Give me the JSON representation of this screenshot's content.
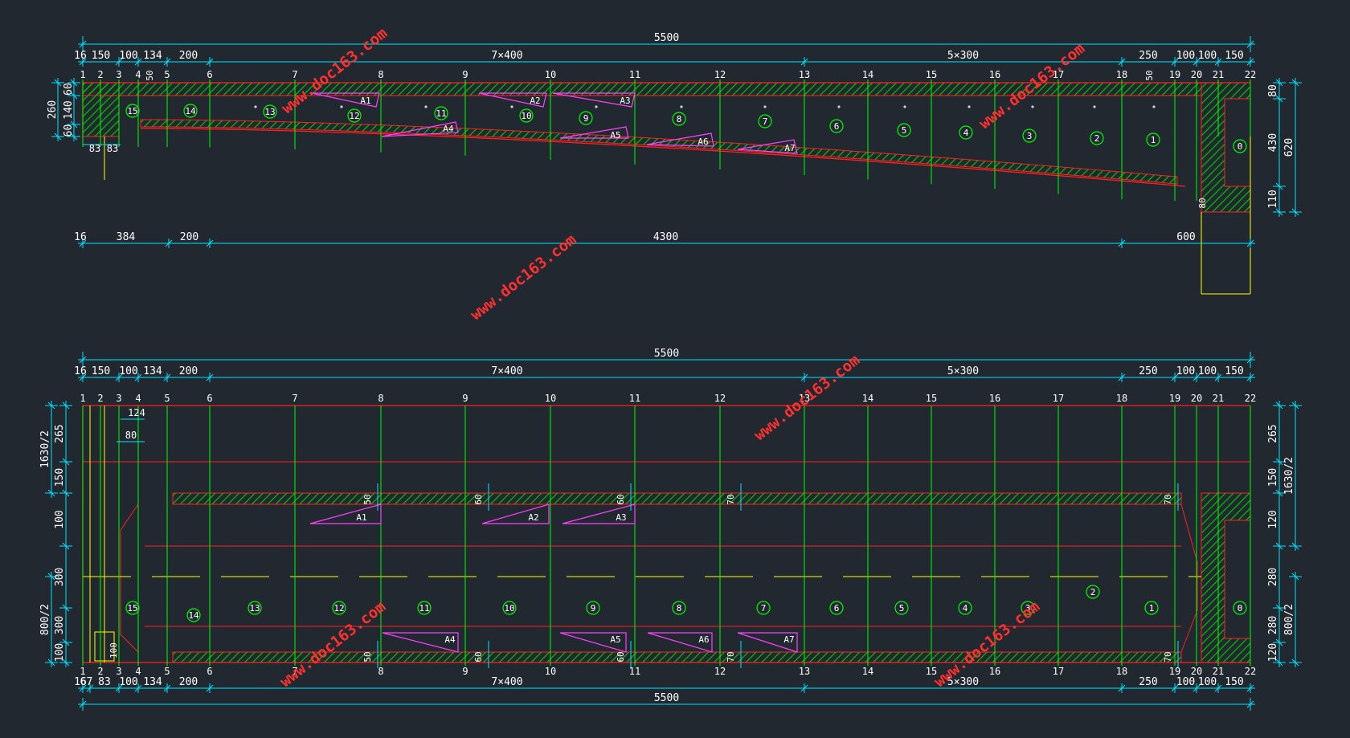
{
  "colors": {
    "background": "#212830",
    "dimension": "#00e5ff",
    "axis": "#00ff00",
    "concrete": "#ff2020",
    "tendon": "#ff40ff",
    "hatch": "#00cc00",
    "aux": "#ffff00",
    "text": "#ffffff",
    "watermark": "#ff3030"
  },
  "watermark": "www.doc163.com",
  "axis_labels": [
    "1",
    "2",
    "3",
    "4",
    "5",
    "6",
    "7",
    "8",
    "9",
    "10",
    "11",
    "12",
    "13",
    "14",
    "15",
    "16",
    "17",
    "18",
    "19",
    "20",
    "21",
    "22"
  ],
  "top_overall": "5500",
  "top_segments": [
    "16",
    "150",
    "100",
    "134",
    "200",
    "7×400",
    "5×300",
    "250",
    "100",
    "100",
    "150"
  ],
  "elev_bottom_segments": [
    "16",
    "384",
    "200",
    "4300",
    "600"
  ],
  "elev_left_dims": [
    "60",
    "140",
    "60",
    "260"
  ],
  "elev_small_dims": [
    "83",
    "83"
  ],
  "elev_right_dims": [
    "80",
    "430",
    "110",
    "620"
  ],
  "elev_local_dims": [
    "50",
    "50",
    "80"
  ],
  "segment_numbers": [
    "15",
    "14",
    "13",
    "12",
    "11",
    "10",
    "9",
    "8",
    "7",
    "6",
    "5",
    "4",
    "3",
    "2",
    "1",
    "0"
  ],
  "tendons_upper": [
    "A1",
    "A2",
    "A3"
  ],
  "tendons_lower": [
    "A4",
    "A5",
    "A6",
    "A7"
  ],
  "plan_left_dims": [
    "265",
    "150",
    "100",
    "300",
    "300",
    "100"
  ],
  "plan_left_totals": [
    "1630/2",
    "800/2"
  ],
  "plan_right_dims": [
    "265",
    "150",
    "120",
    "280",
    "280",
    "120"
  ],
  "plan_right_totals": [
    "1630/2",
    "800/2"
  ],
  "plan_web_dims": [
    "50",
    "60",
    "60",
    "70",
    "70"
  ],
  "plan_web_dims_lower": [
    "50",
    "60",
    "60",
    "70",
    "70"
  ],
  "plan_detail_dims": [
    "124",
    "80",
    "100"
  ],
  "plan_bottom_segments": [
    "16",
    "67",
    "83",
    "100",
    "134",
    "200",
    "7×400",
    "5×300",
    "250",
    "100",
    "100",
    "150"
  ],
  "plan_bottom_overall": "5500"
}
